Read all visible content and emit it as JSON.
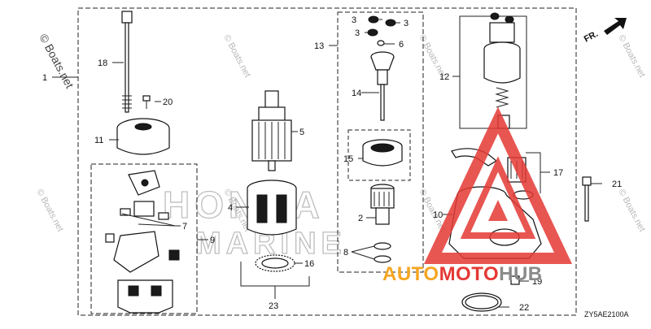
{
  "watermark_text": "© Boats.net",
  "diagram_code": "ZY5AE2100A",
  "direction_label": "FR.",
  "callouts": {
    "c1": "1",
    "c2": "2",
    "c3a": "3",
    "c3b": "3",
    "c3c": "3",
    "c4": "4",
    "c5": "5",
    "c6": "6",
    "c7": "7",
    "c8": "8",
    "c9": "9",
    "c10": "10",
    "c11": "11",
    "c12": "12",
    "c13": "13",
    "c14": "14",
    "c15": "15",
    "c16": "16",
    "c17": "17",
    "c18": "18",
    "c19": "19",
    "c20": "20",
    "c21": "21",
    "c22": "22",
    "c23": "23"
  },
  "logo": {
    "brand_part1": "AUTO",
    "brand_part2": "MOTO",
    "brand_part3": "HUB",
    "bg_text_top": "HONDA",
    "bg_text_bottom": "MARINE",
    "colors": {
      "red": "#e53935",
      "orange": "#f5a623",
      "grey": "#8a8a8a"
    }
  }
}
